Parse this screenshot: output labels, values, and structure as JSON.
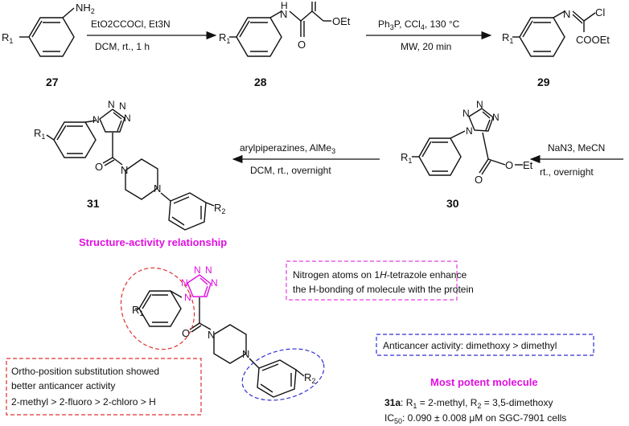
{
  "compounds": {
    "c27": "27",
    "c28": "28",
    "c29": "29",
    "c30": "30",
    "c31": "31"
  },
  "atoms": {
    "R1": "R",
    "R1_sub": "1",
    "R2": "R",
    "R2_sub": "2",
    "NH2": "NH",
    "NH2_sub": "2",
    "H": "H",
    "N": "N",
    "O": "O",
    "OEt": "OEt",
    "Cl": "Cl",
    "COOEt": "COOEt"
  },
  "steps": {
    "step1_top": "EtO2CCOCl, Et3N",
    "step1_bottom": "DCM, rt., 1 h",
    "step2_top_a": "Ph",
    "step2_top_b": "P,  CCl",
    "step2_top_c": ", 130 °C",
    "step2_bottom": "MW, 20 min",
    "step3_top": "NaN3, MeCN",
    "step3_bottom": "rt., overnight",
    "step4_top_a": "arylpiperazines, AlMe",
    "step4_bottom": "DCM, rt., overnight"
  },
  "sar": {
    "title": "Structure-activity relationship",
    "nitrogen_note_line1_a": "Nitrogen atoms on 1",
    "nitrogen_note_line1_b": "H",
    "nitrogen_note_line1_c": "-tetrazole enhance",
    "nitrogen_note_line2": "the H-bonding of molecule with the protein",
    "anticancer_note": "Anticancer activity: dimethoxy > dimethyl",
    "ortho_line1": "Ortho-position substitution showed",
    "ortho_line2": "better anticancer activity",
    "ortho_line3": "2-methyl > 2-fluoro > 2-chloro > H"
  },
  "potent": {
    "title": "Most potent molecule",
    "label": "31a",
    "line1_rest_a": ": R",
    "line1_sub1": "1",
    "line1_rest_b": " = 2-methyl, R",
    "line1_sub2": "2",
    "line1_rest_c": " = 3,5-dimethoxy",
    "line2_a": "IC",
    "line2_sub": "50",
    "line2_b": ": 0.090 ± 0.008 μM on SGC-7901 cells"
  },
  "colors": {
    "magenta": "#e010e0",
    "red": "#e03030",
    "blue": "#3030d0"
  }
}
